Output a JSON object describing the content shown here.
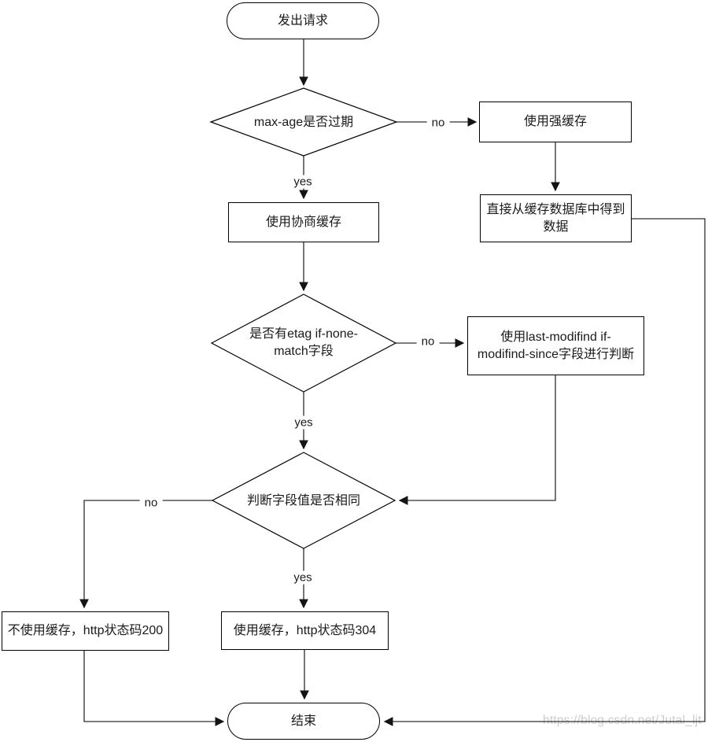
{
  "nodes": {
    "start": {
      "label": "发出请求"
    },
    "decision_max_age": {
      "label": "max-age是否过期"
    },
    "use_strong_cache": {
      "label": "使用强缓存"
    },
    "get_from_cache_db": {
      "line1": "直接从缓存数据库中得到",
      "line2": "数据"
    },
    "use_negotiated_cache": {
      "label": "使用协商缓存"
    },
    "decision_etag": {
      "line1": "是否有etag if-none-",
      "line2": "match字段"
    },
    "use_last_modified": {
      "line1": "使用last-modifind if-",
      "line2": "modifind-since字段进行判断"
    },
    "decision_same_value": {
      "label": "判断字段值是否相同"
    },
    "no_cache_200": {
      "label": "不使用缓存，http状态码200"
    },
    "use_cache_304": {
      "label": "使用缓存，http状态码304"
    },
    "end": {
      "label": "结束"
    }
  },
  "edge_labels": {
    "max_age_no": "no",
    "max_age_yes": "yes",
    "etag_no": "no",
    "etag_yes": "yes",
    "same_value_no": "no",
    "same_value_yes": "yes"
  },
  "watermark": {
    "text": "https://blog.csdn.net/Jutal_ljt"
  },
  "colors": {
    "line": "#2d2d2d",
    "border": "#000000",
    "text": "#1a1a1a",
    "watermark": "#cdcdcd"
  }
}
